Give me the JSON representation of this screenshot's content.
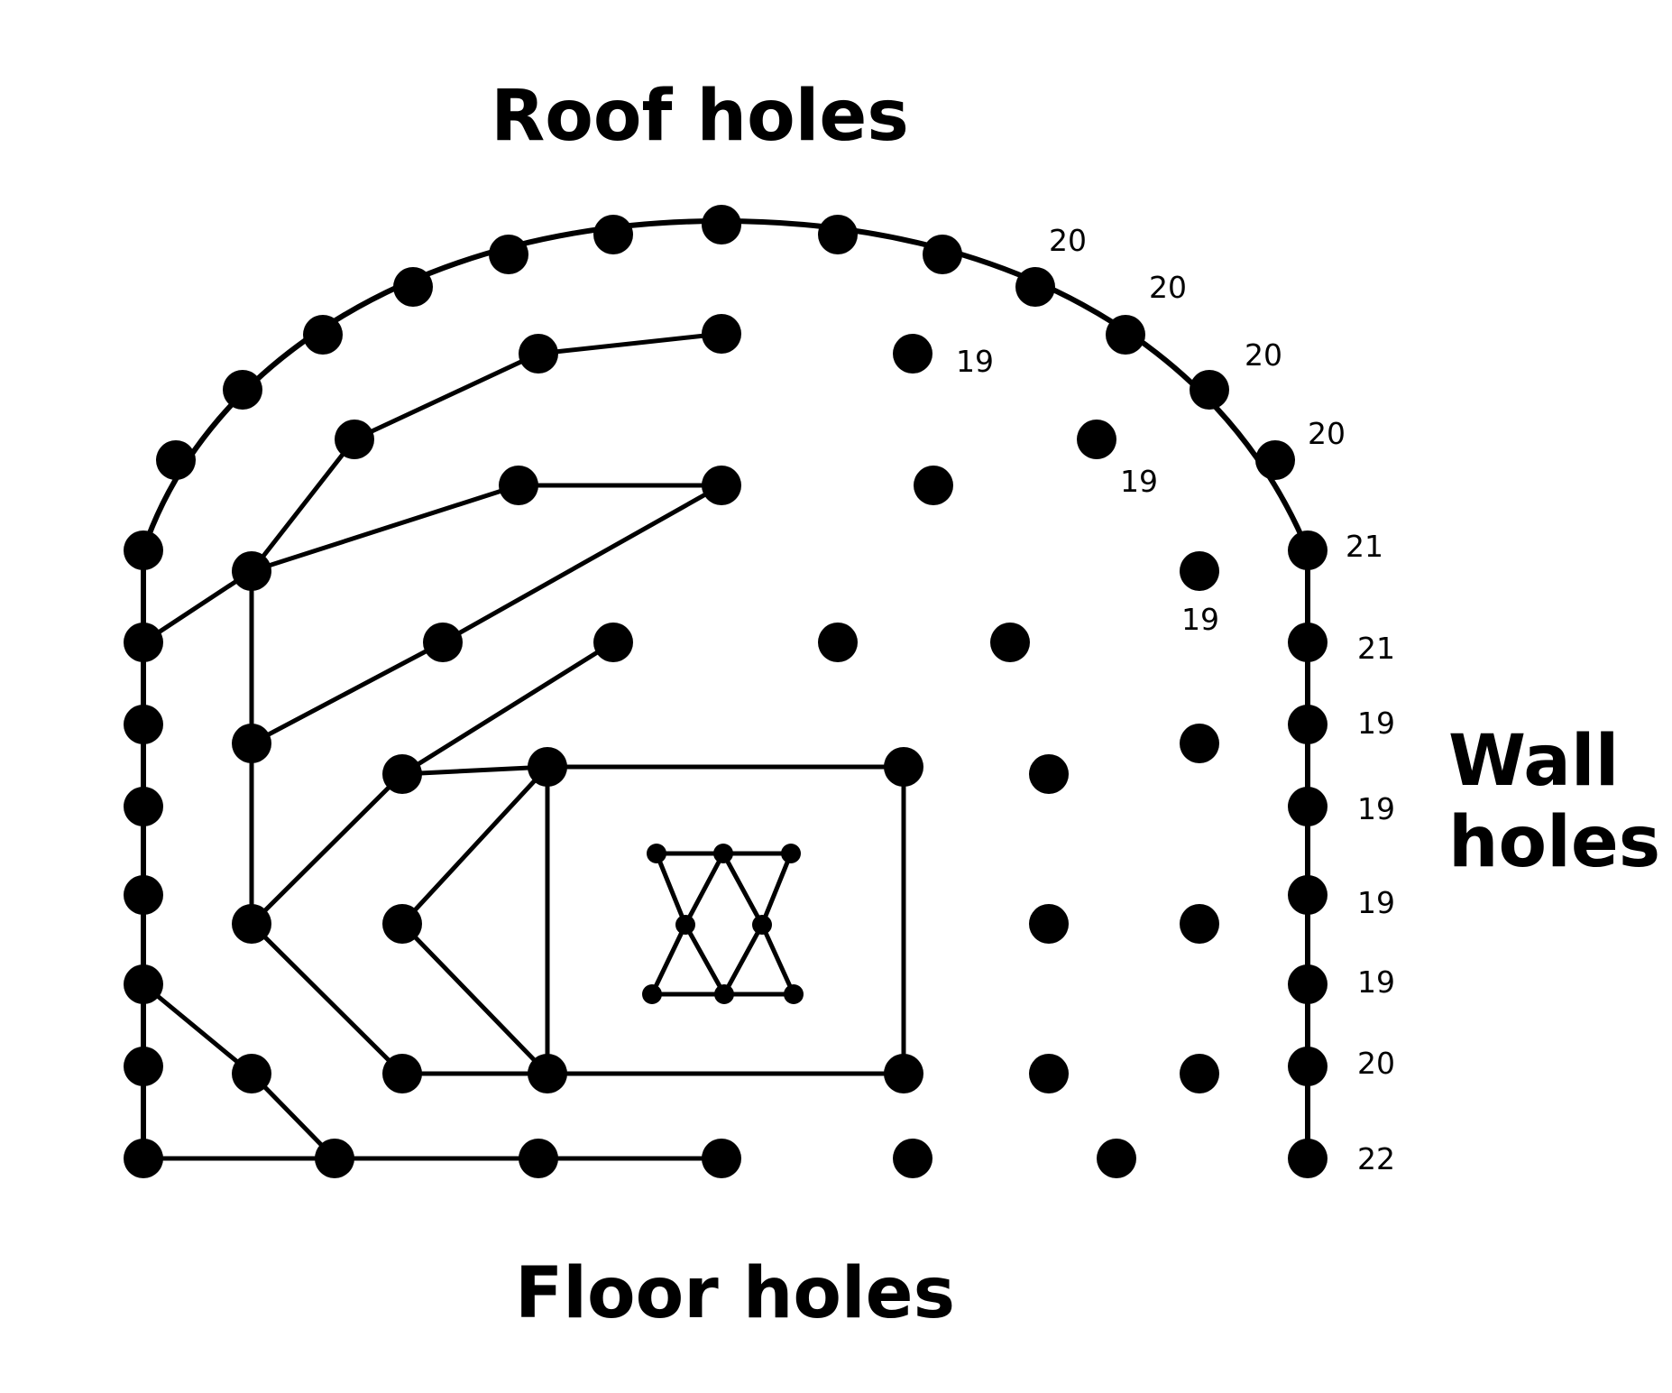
{
  "labels": {
    "roof": "Roof holes",
    "wall_line1": "Wall",
    "wall_line2": "holes",
    "floor": "Floor holes"
  },
  "hole_numbers": [
    "20",
    "20",
    "20",
    "20",
    "21",
    "21",
    "19",
    "19",
    "19",
    "19",
    "20",
    "22",
    "19",
    "19",
    "19"
  ],
  "colors": {
    "ink": "#000000",
    "background": "#ffffff"
  }
}
